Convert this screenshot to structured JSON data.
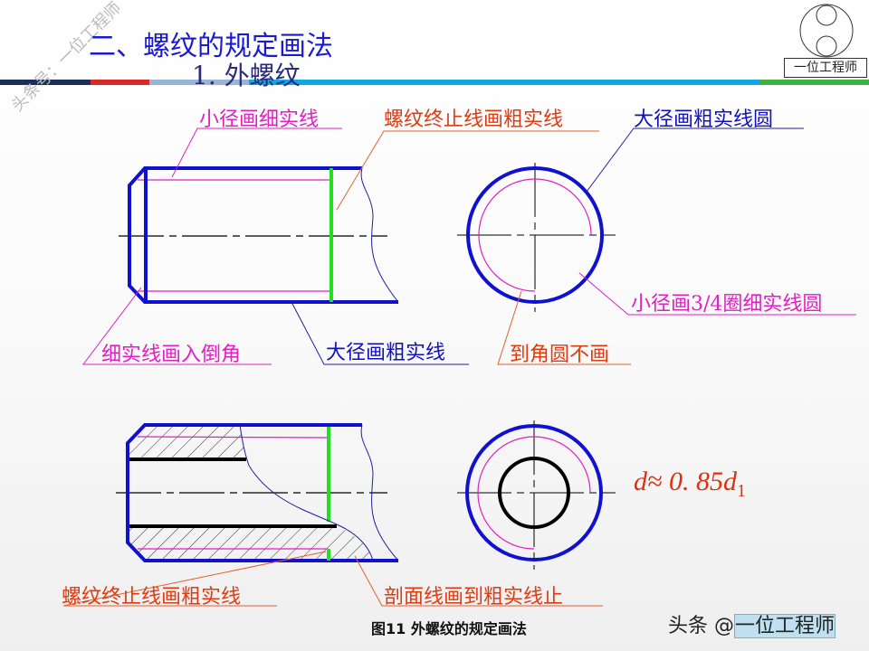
{
  "header": {
    "title": "二、螺纹的规定画法",
    "subtitle": "1. 外螺纹",
    "bar_colors": [
      "#1c2e5c",
      "#d8282a",
      "#9ab4d8",
      "#10a8e0"
    ]
  },
  "watermark": "头条号：一位工程师",
  "logo": {
    "text": "一位工程师"
  },
  "labels": {
    "minor_thin": "小径画细实线",
    "thread_end_thick": "螺纹终止线画粗实线",
    "major_circle": "大径画粗实线圆",
    "chamfer_thin": "细实线画入倒角",
    "major_thick": "大径画粗实线",
    "minor_34_circle": "小径画3/4圈细实线圆",
    "chamfer_circle_omit": "到角圆不画",
    "thread_end_thick_2": "螺纹终止线画粗实线",
    "hatch_to_thick": "剖面线画到粗实线止"
  },
  "formula": {
    "main": "d≈ 0. 85d",
    "sub": "1"
  },
  "caption": "图11 外螺纹的规定画法",
  "credit": {
    "prefix": "头条 @",
    "name": "一位工程师"
  },
  "colors": {
    "thick": "#1010d0",
    "thin_minor": "#e020c0",
    "thread_end": "#20e020",
    "leader_red": "#e06030",
    "leader_blue": "#2020a0"
  }
}
